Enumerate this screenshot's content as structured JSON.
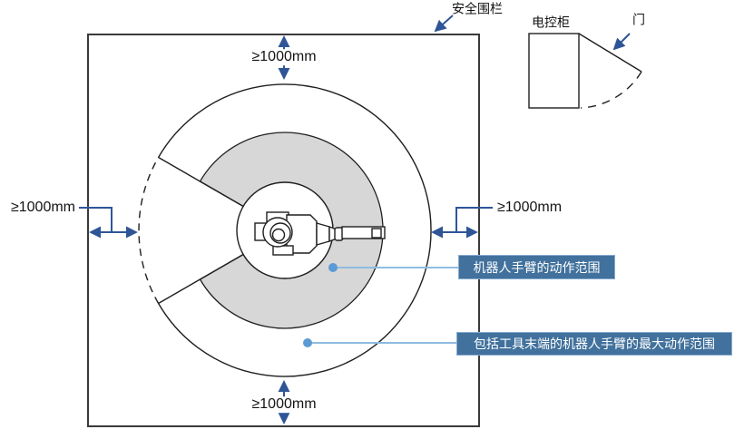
{
  "fence": {
    "label": "安全围栏"
  },
  "cabinet": {
    "label": "电控柜",
    "door_label": "门"
  },
  "dimensions": {
    "top": "≥1000mm",
    "bottom": "≥1000mm",
    "left": "≥1000mm",
    "right": "≥1000mm"
  },
  "callouts": {
    "arm_range": "机器人手臂的动作范围",
    "max_range": "包括工具末端的机器人手臂的最大动作范围"
  },
  "icons": {
    "dimension_arrow": "double-headed-arrow",
    "pointer_arrow": "arrow",
    "callout_dot": "filled-circle"
  },
  "colors": {
    "dimension_blue": "#2F5597",
    "leader_blue": "#8FBBE0",
    "marker_dot_blue": "#5B9BD5",
    "callout_fill": "#41719C",
    "callout_border": "#86ABD0",
    "range_gray": "#D7D7D7",
    "line_color": "#1F1F1F"
  }
}
